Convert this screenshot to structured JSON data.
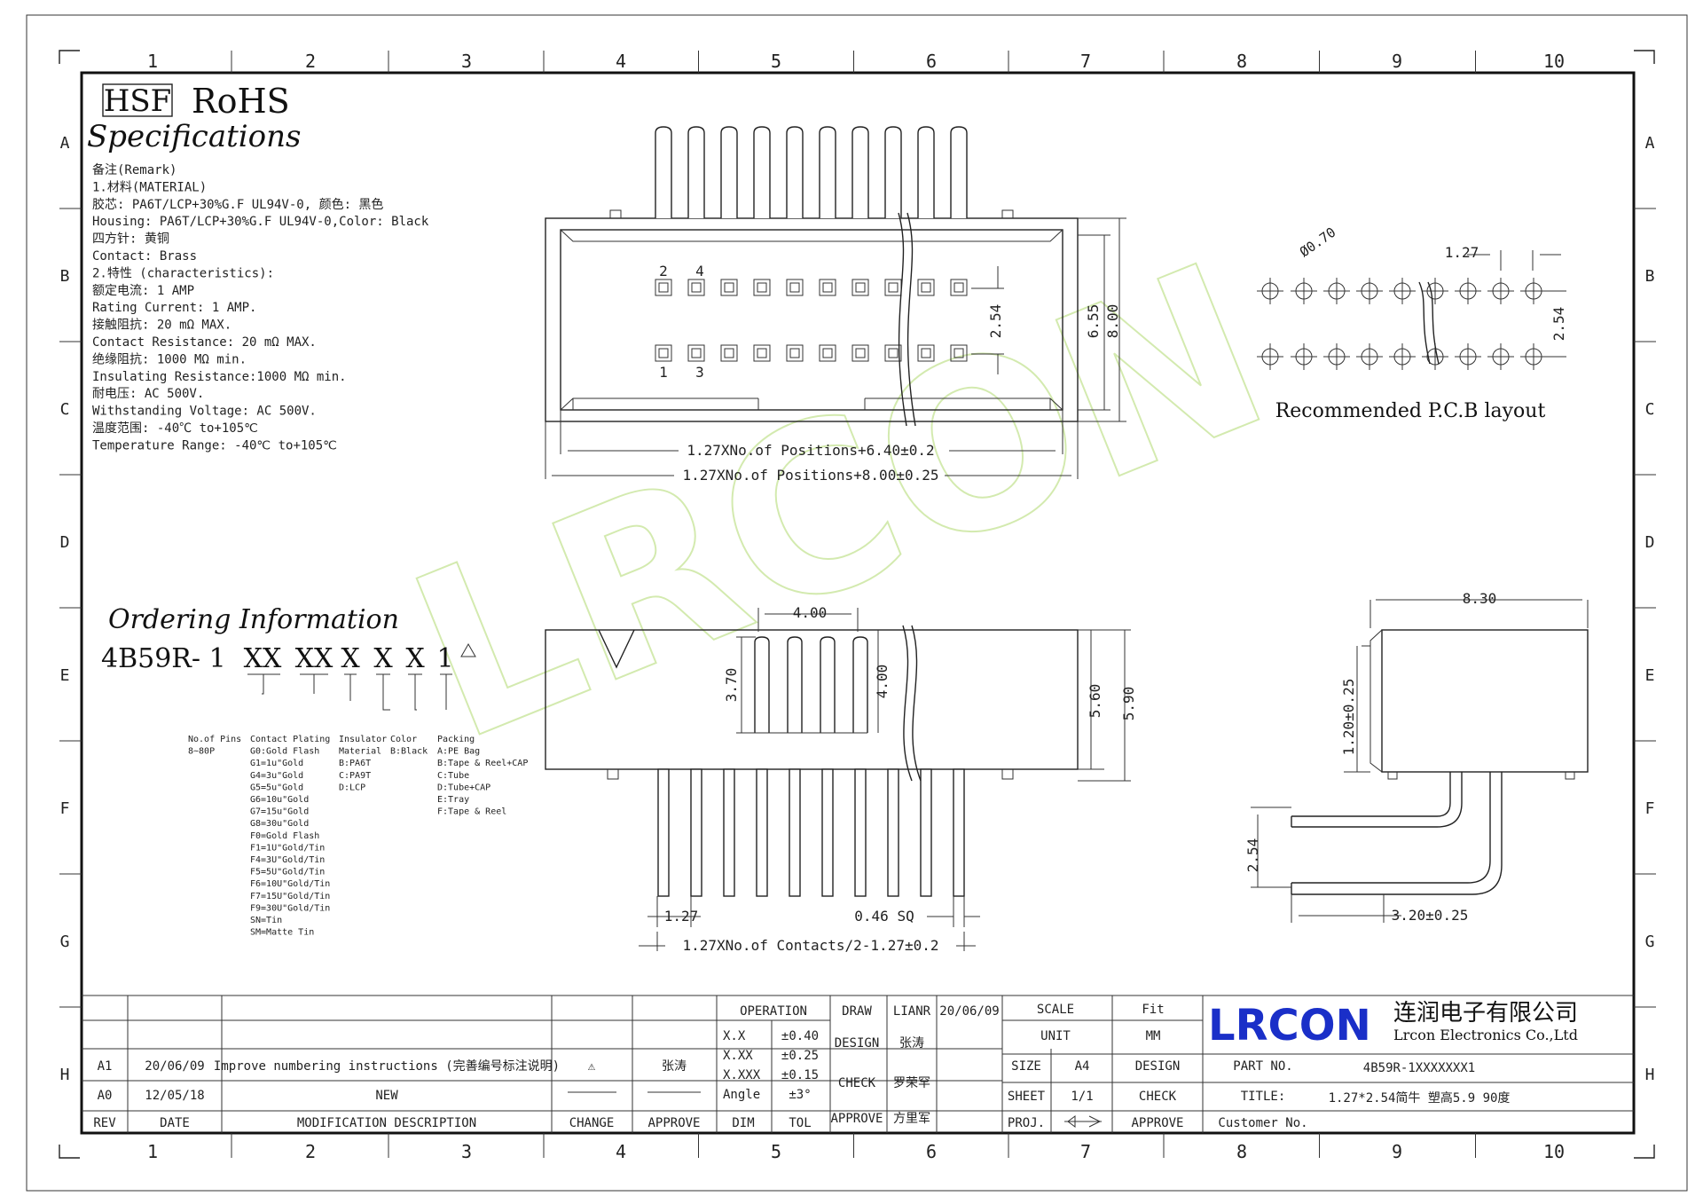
{
  "grid": {
    "cols": [
      "1",
      "2",
      "3",
      "4",
      "5",
      "6",
      "7",
      "8",
      "9",
      "10"
    ],
    "rows": [
      "A",
      "B",
      "C",
      "D",
      "E",
      "F",
      "G",
      "H"
    ]
  },
  "header": {
    "hsf": "HSF",
    "rohs": "RoHS",
    "spec_title": "Specifications"
  },
  "remarks": [
    "备注(Remark)",
    "1.材料(MATERIAL)",
    "胶芯: PA6T/LCP+30%G.F UL94V-0, 颜色: 黑色",
    "Housing: PA6T/LCP+30%G.F UL94V-0,Color: Black",
    "四方针: 黄铜",
    "Contact: Brass",
    "2.特性 (characteristics):",
    "额定电流: 1 AMP",
    "Rating Current: 1 AMP.",
    "接触阻抗: 20 mΩ MAX.",
    "Contact Resistance: 20 mΩ MAX.",
    "绝缘阻抗: 1000 MΩ min.",
    "Insulating Resistance:1000 MΩ min.",
    "耐电压: AC 500V.",
    "Withstanding Voltage: AC 500V.",
    "温度范围: -40℃ to+105℃",
    "Temperature Range: -40℃ to+105℃"
  ],
  "ordering": {
    "title": "Ordering Information",
    "part": "4B59R- 1",
    "codes": [
      "XX",
      "XX",
      "X",
      "X",
      "X",
      "1"
    ],
    "cols": [
      {
        "head": [
          "No.of Pins",
          "8~80P"
        ]
      },
      {
        "head": [
          "Contact Plating",
          "G0:Gold Flash",
          "G1=1u\"Gold",
          "G4=3u\"Gold",
          "G5=5u\"Gold",
          "G6=10u\"Gold",
          "G7=15u\"Gold",
          "G8=30u\"Gold",
          "F0=Gold Flash",
          "F1=1U\"Gold/Tin",
          "F4=3U\"Gold/Tin",
          "F5=5U\"Gold/Tin",
          "F6=10U\"Gold/Tin",
          "F7=15U\"Gold/Tin",
          "F9=30U\"Gold/Tin",
          "SN=Tin",
          "SM=Matte Tin"
        ]
      },
      {
        "head": [
          "Insulator",
          "Material",
          "B:PA6T",
          "C:PA9T",
          "D:LCP"
        ]
      },
      {
        "head": [
          "Color",
          "B:Black"
        ]
      },
      {
        "head": [
          "Packing",
          "A:PE Bag",
          "B:Tape & Reel+CAP",
          "C:Tube",
          "D:Tube+CAP",
          "E:Tray",
          "F:Tape & Reel"
        ]
      }
    ]
  },
  "dims": {
    "top_pin_2": "2",
    "top_pin_4": "4",
    "top_pin_1": "1",
    "top_pin_3": "3",
    "d254": "2.54",
    "d655": "6.55",
    "d800": "8.00",
    "d_pos1": "1.27XNo.of Positions+6.40±0.2",
    "d_pos2": "1.27XNo.of Positions+8.00±0.25",
    "pcb_dia": "Ø0.70",
    "pcb_127": "1.27",
    "pcb_254": "2.54",
    "pcb_caption": "Recommended P.C.B layout",
    "front_400a": "4.00",
    "front_370": "3.70",
    "front_400b": "4.00",
    "front_560": "5.60",
    "front_590": "5.90",
    "front_127": "1.27",
    "front_sq": "0.46 SQ",
    "front_bottom": "1.27XNo.of Contacts/2-1.27±0.2",
    "side_830": "8.30",
    "side_120": "1.20±0.25",
    "side_254": "2.54",
    "side_320": "3.20±0.25"
  },
  "watermark": "LRCON",
  "titleblock": {
    "rev_rows": [
      {
        "rev": "A1",
        "date": "20/06/09",
        "desc": "Improve numbering instructions (完善编号标注说明)",
        "change": "⚠",
        "approve": "张涛"
      },
      {
        "rev": "A0",
        "date": "12/05/18",
        "desc": "NEW",
        "change": "",
        "approve": ""
      }
    ],
    "rev_head": {
      "rev": "REV",
      "date": "DATE",
      "desc": "MODIFICATION DESCRIPTION",
      "change": "CHANGE",
      "approve": "APPROVE"
    },
    "operation": "OPERATION",
    "tol": [
      {
        "k": "X.X",
        "v": "±0.40"
      },
      {
        "k": "X.XX",
        "v": "±0.25"
      },
      {
        "k": "X.XXX",
        "v": "±0.15"
      },
      {
        "k": "Angle",
        "v": "±3°"
      }
    ],
    "dim": "DIM",
    "tol_label": "TOL",
    "draw": "DRAW",
    "draw_name": "LIANR",
    "draw_date": "20/06/09",
    "design": "DESIGN",
    "design_name": "张涛",
    "check": "CHECK",
    "check_name": "罗荣罕",
    "approve": "APPROVE",
    "approve_name": "方里军",
    "scale": "SCALE",
    "scale_val": "Fit",
    "unit": "UNIT",
    "unit_val": "MM",
    "size": "SIZE",
    "size_val": "A4",
    "design2": "DESIGN",
    "sheet": "SHEET",
    "sheet_val": "1/1",
    "check2": "CHECK",
    "proj": "PROJ.",
    "approve2": "APPROVE",
    "logo": "LRCON",
    "company_cn": "连润电子有限公司",
    "company_en": "Lrcon Electronics Co.,Ltd",
    "part_no_label": "PART NO.",
    "part_no": "4B59R-1XXXXXXX1",
    "title_label": "TITLE:",
    "title_val": "1.27*2.54简牛 塑高5.9 90度",
    "customer_label": "Customer No."
  },
  "colors": {
    "line": "#222222",
    "watermark": "#c8e59a",
    "logo": "#1a2fc8"
  }
}
